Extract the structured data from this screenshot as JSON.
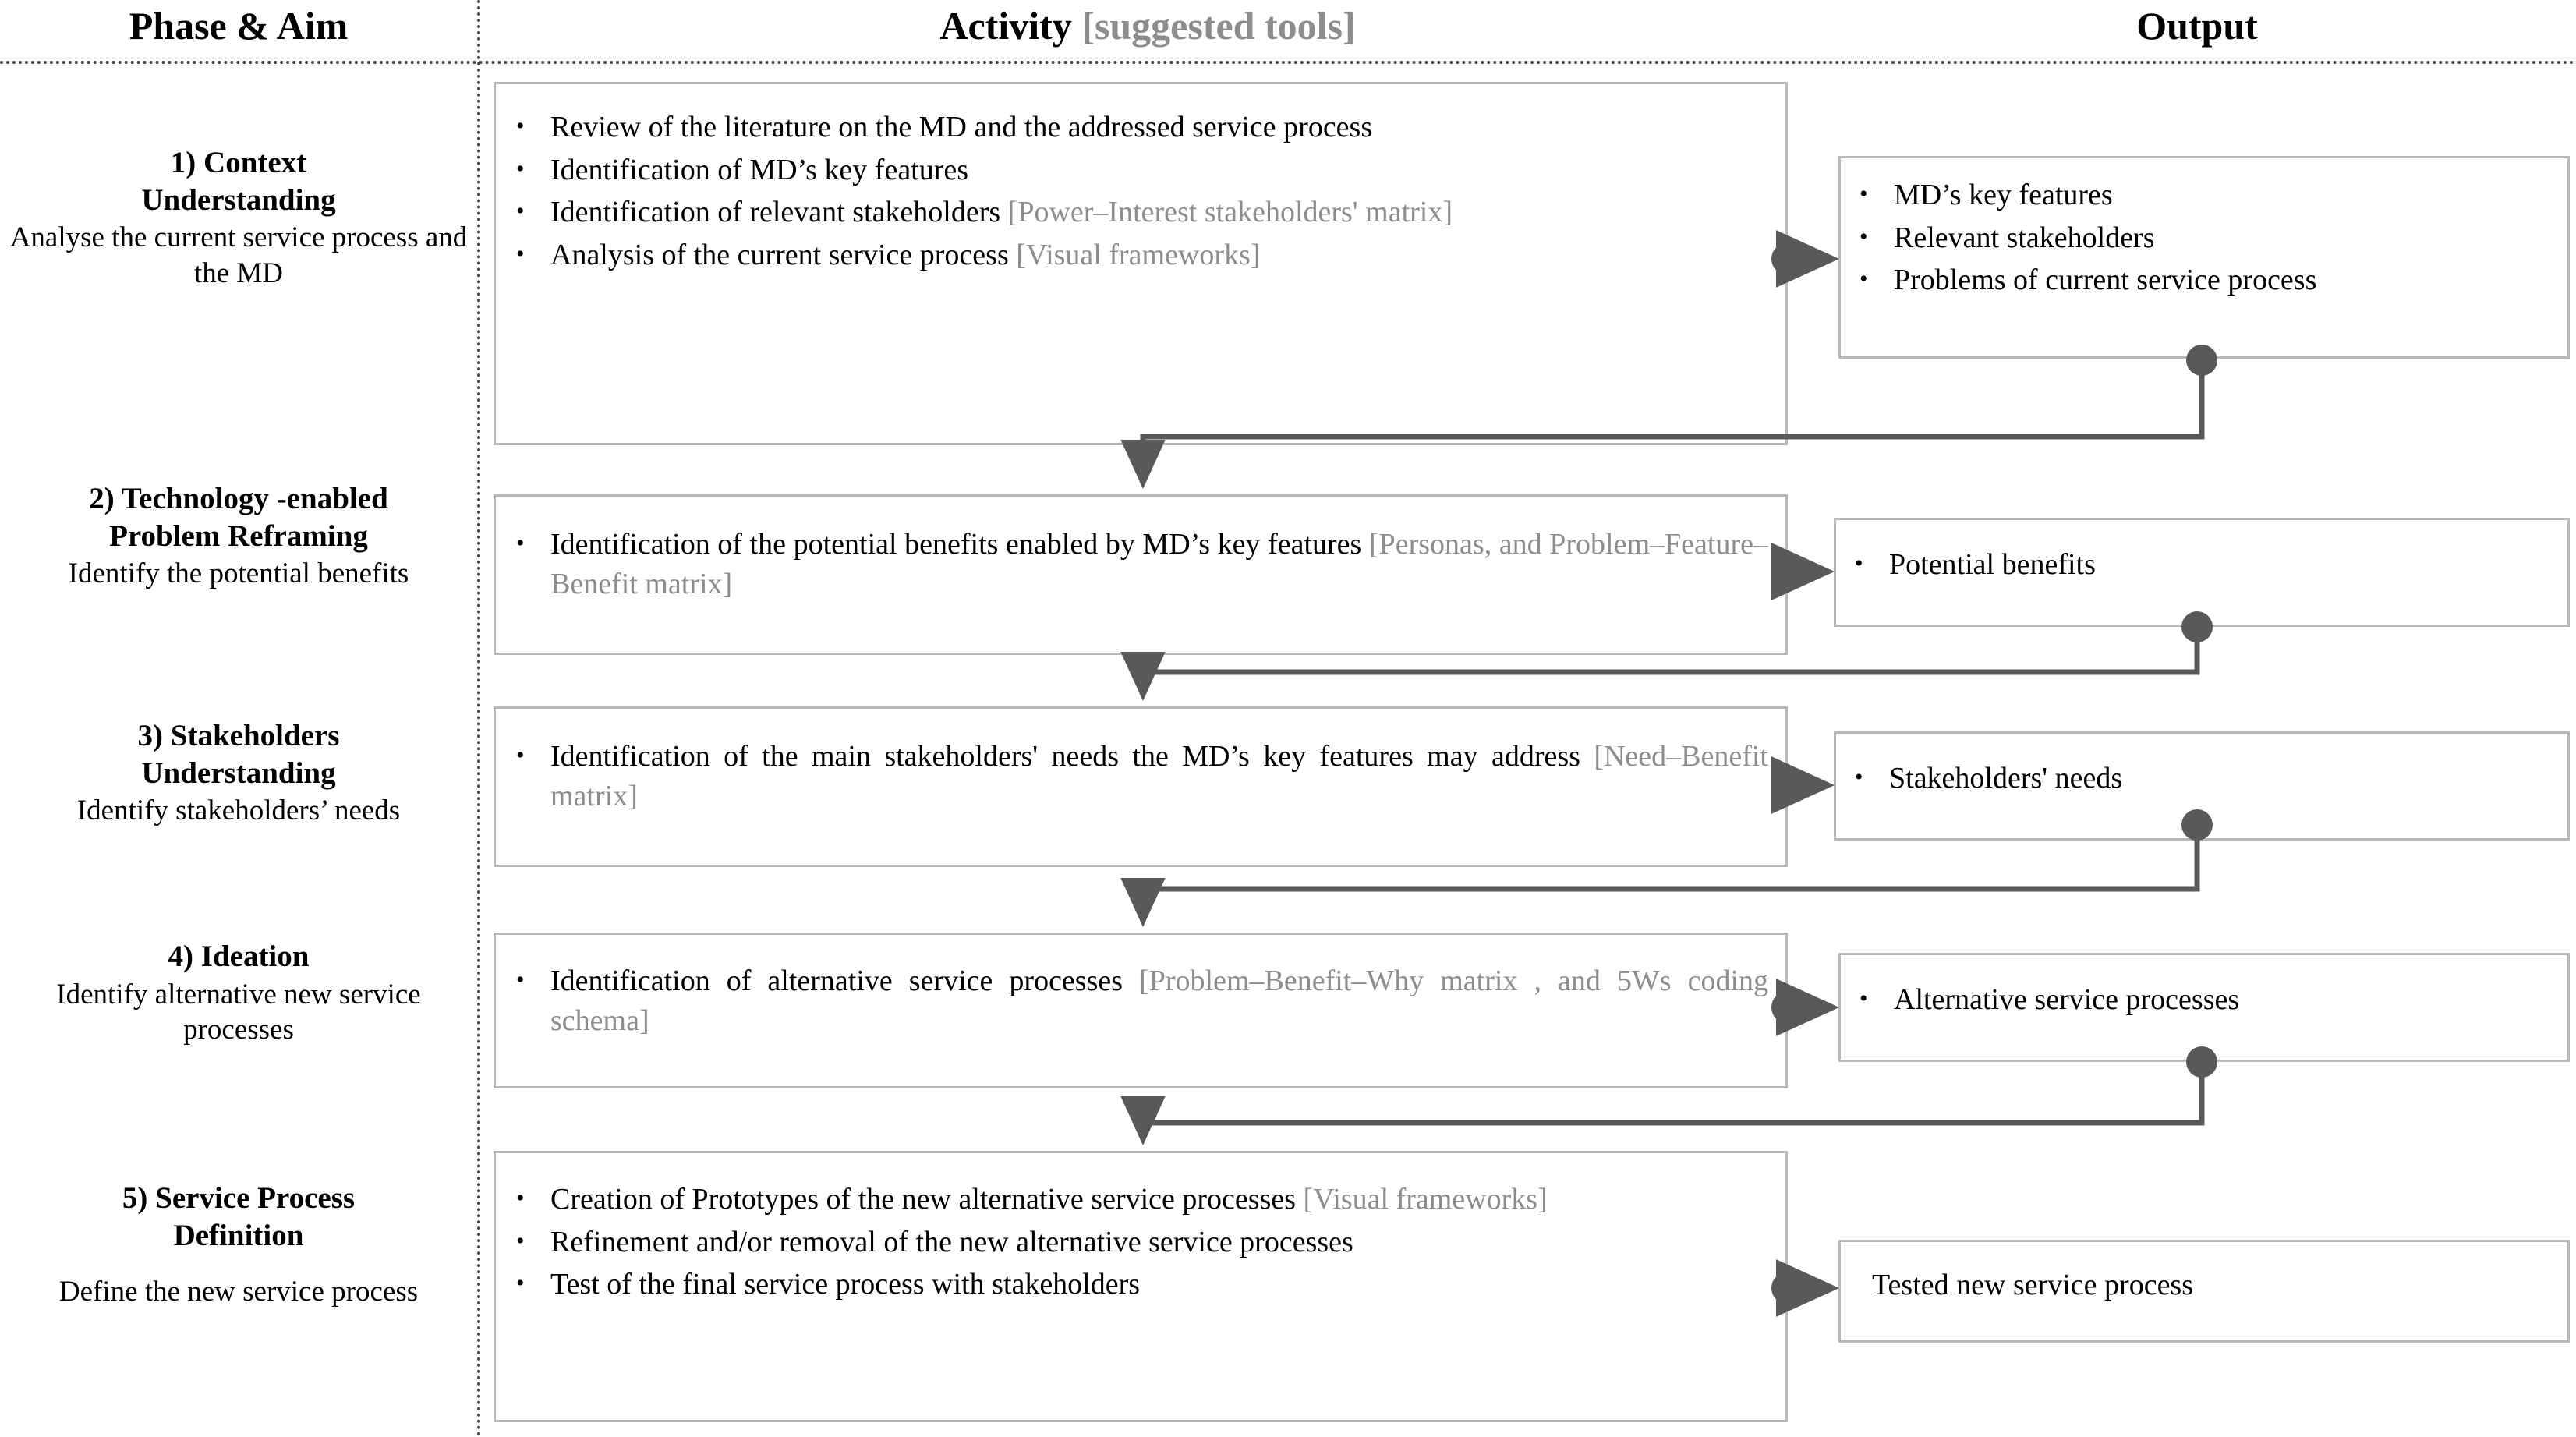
{
  "header": {
    "phase_col": "Phase & Aim",
    "activity_col": "Activity",
    "activity_col_note": "[suggested tools]",
    "output_col": "Output"
  },
  "colors": {
    "box_border": "#b9b9b9",
    "connector": "#595959",
    "tool_text": "#8d8d8d",
    "rule": "#444444",
    "text": "#000000"
  },
  "rows": [
    {
      "phase_title": "1) Context Understanding",
      "phase_title_line1": "1) Context",
      "phase_title_line2": "Understanding",
      "phase_aim": "Analyse the current service process and the MD",
      "activity": [
        {
          "text": "Review of the literature on the MD and the addressed service process",
          "tool": ""
        },
        {
          "text": "Identification of MD’s key features",
          "tool": ""
        },
        {
          "text": "Identification of relevant stakeholders ",
          "tool": "[Power–Interest stakeholders' matrix]"
        },
        {
          "text": "Analysis of the current service process ",
          "tool": "[Visual frameworks]"
        }
      ],
      "output": [
        "MD’s key features",
        "Relevant stakeholders",
        "Problems of current service process"
      ],
      "output_bulleted": true
    },
    {
      "phase_title": "2) Technology -enabled Problem Reframing",
      "phase_title_line1": "2) Technology -enabled",
      "phase_title_line2": "Problem Reframing",
      "phase_aim": "Identify the potential benefits",
      "activity": [
        {
          "text": "Identification of the potential benefits enabled by MD’s key features ",
          "tool": "[Personas, and Problem–Feature–Benefit matrix]"
        }
      ],
      "output": [
        "Potential benefits"
      ],
      "output_bulleted": true
    },
    {
      "phase_title": "3) Stakeholders Understanding",
      "phase_title_line1": "3) Stakeholders",
      "phase_title_line2": "Understanding",
      "phase_aim": "Identify stakeholders’ needs",
      "activity": [
        {
          "text": "Identification of the main stakeholders' needs the MD’s key features may address ",
          "tool": "[Need–Benefit matrix]"
        }
      ],
      "output": [
        "Stakeholders' needs"
      ],
      "output_bulleted": true
    },
    {
      "phase_title": "4) Ideation",
      "phase_title_line1": "4) Ideation",
      "phase_title_line2": "",
      "phase_aim": "Identify alternative new service processes",
      "activity": [
        {
          "text": "Identification of alternative service processes ",
          "tool": "[Problem–Benefit–Why matrix , and 5Ws coding schema]"
        }
      ],
      "output": [
        "Alternative service processes"
      ],
      "output_bulleted": true
    },
    {
      "phase_title": "5) Service Process Definition",
      "phase_title_line1": "5) Service Process",
      "phase_title_line2": "Definition",
      "phase_aim": "Define the new service process",
      "activity": [
        {
          "text": "Creation of Prototypes of the new alternative service processes ",
          "tool": "[Visual frameworks]"
        },
        {
          "text": "Refinement and/or removal of the new alternative service processes",
          "tool": ""
        },
        {
          "text": "Test of the final service process with stakeholders",
          "tool": ""
        }
      ],
      "output": [
        "Tested new service process"
      ],
      "output_bulleted": false
    }
  ]
}
